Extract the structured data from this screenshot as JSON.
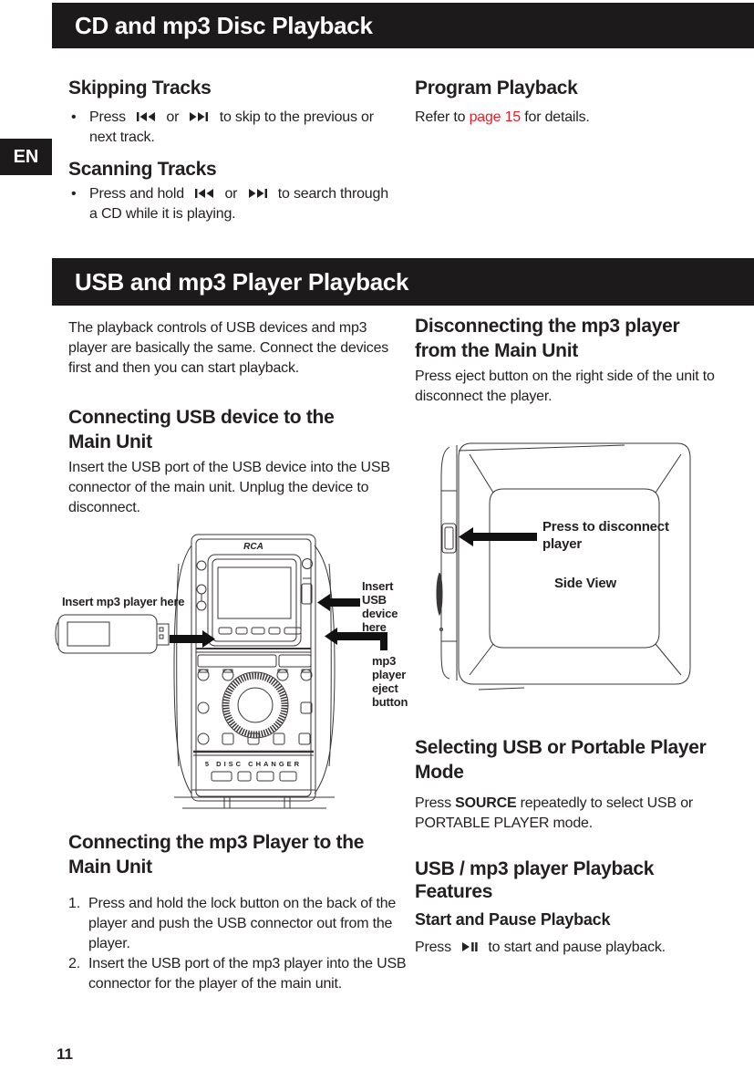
{
  "page": {
    "number": "11",
    "language_tab": "EN"
  },
  "colors": {
    "accent_red": "#ed1c24",
    "ink": "#231f20",
    "bar_black": "#1d1a1b"
  },
  "icons": {
    "previous": "skip-back-icon",
    "next": "skip-forward-icon",
    "play_pause": "play-pause-icon",
    "usb_port": "usb-icon",
    "bullet": "•"
  },
  "cd_section": {
    "bar_title": "CD and mp3 Disc Playback",
    "skipping": {
      "heading": "Skipping Tracks",
      "bullet": "•",
      "press": "Press",
      "or": "or",
      "rest": "to skip to the previous or next track."
    },
    "scanning": {
      "heading": "Scanning Tracks",
      "bullet": "•",
      "press": "Press and hold",
      "or": "or",
      "rest": "to search through a CD while it is playing."
    },
    "program": {
      "heading": "Program Playback",
      "refer_pre": "Refer to ",
      "page_link": "page 15",
      "refer_post": " for details."
    }
  },
  "usb_section": {
    "bar_title": "USB and mp3 Player Playback",
    "intro": "The playback controls of USB devices and mp3 player are basically the same. Connect the devices first and then you can start playback.",
    "connecting_usb": {
      "heading": "Connecting USB device to the Main Unit",
      "body": "Insert the USB port of the USB device into the USB connector of the main unit. Unplug the device to disconnect."
    },
    "main_unit_diagram": {
      "label_insert_mp3": "Insert mp3 player here",
      "label_insert_usb_lines": [
        "Insert",
        "USB",
        "device",
        "here"
      ],
      "label_eject_lines": [
        "mp3",
        "player",
        "eject",
        "button"
      ],
      "brand": "RCA",
      "changer_text": "5 DISC CHANGER"
    },
    "connecting_mp3": {
      "heading": "Connecting the mp3 Player to the Main Unit",
      "steps": [
        {
          "num": "1.",
          "text": "Press and hold the lock button on the back of the player and push the USB connector out from the player."
        },
        {
          "num": "2.",
          "text": "Insert the USB port of the mp3 player into the USB connector for the player of the main unit."
        }
      ]
    },
    "disconnecting": {
      "heading": "Disconnecting the mp3 player from the Main Unit",
      "body": "Press eject button on the right side of the unit to disconnect the player."
    },
    "side_view_diagram": {
      "label_press": "Press to disconnect player",
      "label_view": "Side View"
    },
    "selecting": {
      "heading": "Selecting USB or Portable Player Mode",
      "press": "Press ",
      "source_label": "SOURCE",
      "rest": " repeatedly to select USB or PORTABLE PLAYER mode."
    },
    "features": {
      "heading": "USB / mp3 player Playback Features",
      "sub_heading": "Start and Pause Playback",
      "press": "Press",
      "rest": "to start and pause playback."
    }
  }
}
